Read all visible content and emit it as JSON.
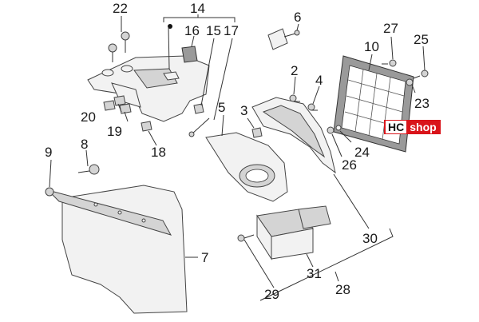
{
  "labels": {
    "p22": "22",
    "p14": "14",
    "p16": "16",
    "p15": "15",
    "p17": "17",
    "p6": "6",
    "p27": "27",
    "p25": "25",
    "p10": "10",
    "p2": "2",
    "p4": "4",
    "p3": "3",
    "p5": "5",
    "p23": "23",
    "p20": "20",
    "p19": "19",
    "p18": "18",
    "p24": "24",
    "p26": "26",
    "p9": "9",
    "p8": "8",
    "p7": "7",
    "p30": "30",
    "p31": "31",
    "p29": "29",
    "p28": "28"
  },
  "logo": {
    "left": "HC",
    "right": "shop"
  }
}
